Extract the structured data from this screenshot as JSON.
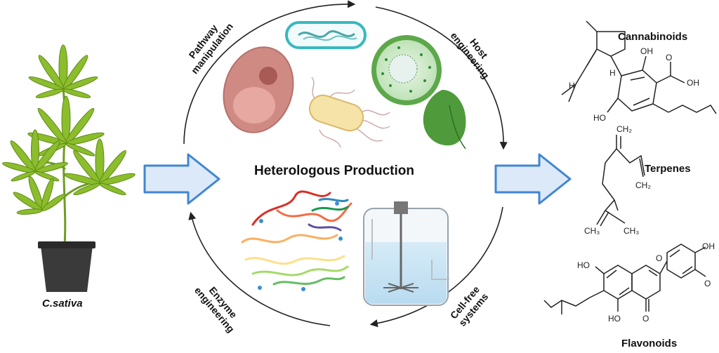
{
  "center": {
    "title": "Heterologous Production"
  },
  "plant": {
    "name": "C.sativa"
  },
  "strategies": {
    "pathway_manipulation": [
      "Pathway",
      "manipulation"
    ],
    "host_engineering": [
      "Host",
      "engineering"
    ],
    "enzyme_engineering": [
      "Enzyme",
      "engineering"
    ],
    "cell_free_systems": [
      "Cell-free",
      "systems"
    ]
  },
  "products": {
    "cannabinoids": "Cannabinoids",
    "terpenes": "Terpenes",
    "flavonoids": "Flavonoids"
  },
  "chem_labels": {
    "oh": "OH",
    "ho": "HO",
    "h": "H",
    "o": "O",
    "ch2": "CH₂",
    "ch3": "CH₃"
  },
  "colors": {
    "arrow_fill": "#dce9f8",
    "arrow_stroke": "#3f86d4",
    "leaf": "#8bbd2c",
    "pot": "#3a3a3a",
    "bond": "#222222"
  }
}
